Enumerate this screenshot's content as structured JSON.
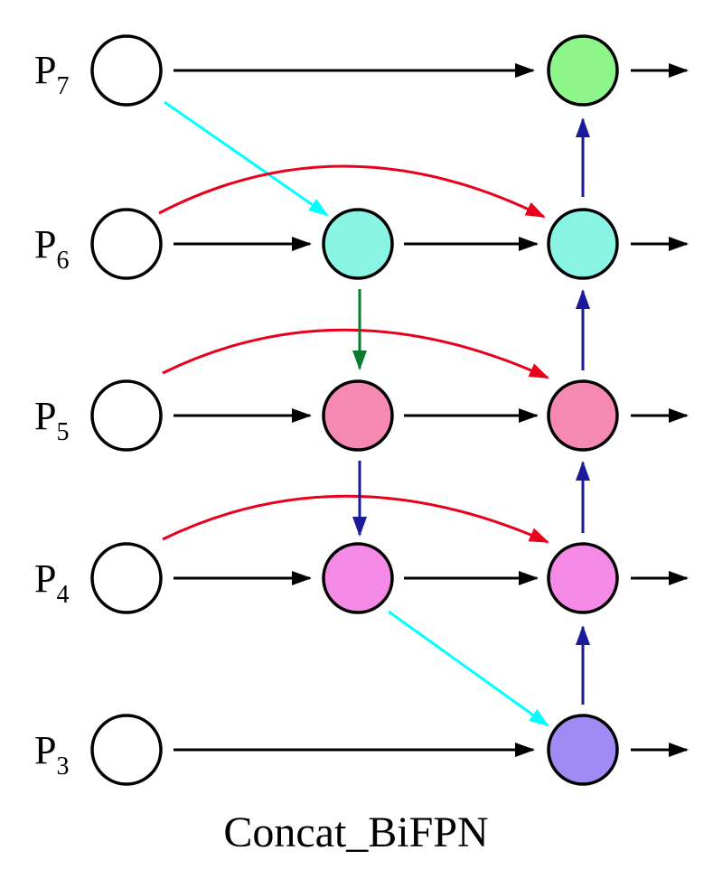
{
  "caption": "Concat_BiFPN",
  "colors": {
    "input_node": "#ffffff",
    "p7_out": "#8ef58b",
    "p6": "#8af4e4",
    "p5": "#f589b2",
    "p4": "#f58ae6",
    "p3_out": "#a08af4",
    "lateral_edge": "#000000",
    "cross_scale_edge": "#00ffff",
    "skip_edge": "#e8001c",
    "top_down_edge": "#0a7a2e",
    "up_down_edge": "#1a1a9a"
  },
  "levels": [
    {
      "id": "p7",
      "letter": "P",
      "sub": "7"
    },
    {
      "id": "p6",
      "letter": "P",
      "sub": "6"
    },
    {
      "id": "p5",
      "letter": "P",
      "sub": "5"
    },
    {
      "id": "p4",
      "letter": "P",
      "sub": "4"
    },
    {
      "id": "p3",
      "letter": "P",
      "sub": "3"
    }
  ]
}
